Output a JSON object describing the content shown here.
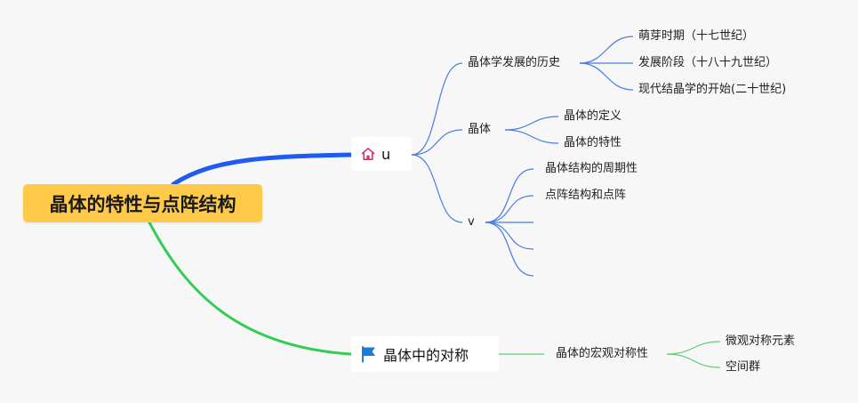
{
  "root": {
    "label": "晶体的特性与点阵结构"
  },
  "branch1": {
    "label": "u",
    "icon": "home-icon",
    "color": "#1f5bf0",
    "children": [
      {
        "label": "晶体学发展的历史",
        "children": [
          "萌芽时期（十七世纪）",
          "发展阶段（十八十九世纪）",
          "现代结晶学的开始(二十世纪)"
        ]
      },
      {
        "label": "晶体",
        "children": [
          "晶体的定义",
          "晶体的特性"
        ]
      },
      {
        "label": "v",
        "children": [
          "晶体结构的周期性",
          "点阵结构和点阵",
          "",
          "",
          ""
        ]
      }
    ]
  },
  "branch2": {
    "label": "晶体中的对称",
    "icon": "flag-icon",
    "color": "#33cc55",
    "children": [
      {
        "label": "晶体的宏观对称性",
        "children": [
          "微观对称元素",
          "空间群"
        ]
      }
    ]
  },
  "colors": {
    "root_fill": "#ffc94a",
    "branch1_line": "#1f5bf0",
    "branch2_line": "#33cc55",
    "branch1_sub_line": "#4a7be0",
    "branch2_sub_line": "#5fcf72",
    "home_icon": "#e0325f",
    "flag_icon": "#1f7ad8"
  }
}
